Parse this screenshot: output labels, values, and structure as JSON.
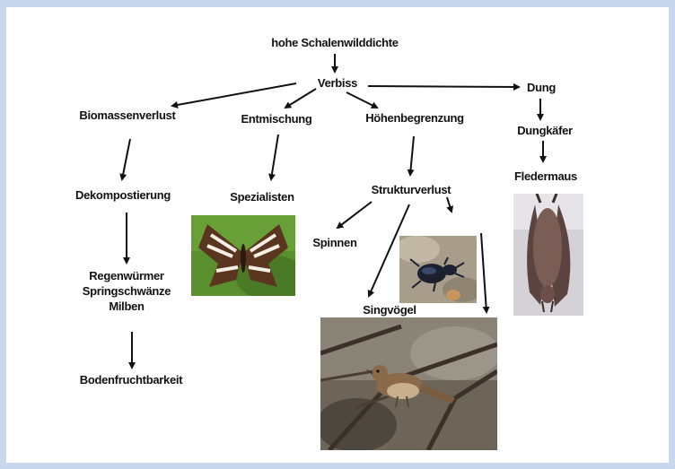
{
  "diagram": {
    "nodes": {
      "top": "hohe Schalenwilddichte",
      "verbiss": "Verbiss",
      "dung": "Dung",
      "biomasse": "Biomassenverlust",
      "entmischung": "Entmischung",
      "hoehen": "Höhenbegrenzung",
      "dungkaefer": "Dungkäfer",
      "dekomp": "Dekompostierung",
      "spezialisten": "Spezialisten",
      "struktur": "Strukturverlust",
      "fledermaus": "Fledermaus",
      "spinnen": "Spinnen",
      "bodenorg": [
        "Regenwürmer",
        "Springschwänze",
        "Milben"
      ],
      "singvoegel": "Singvögel",
      "boden": "Bodenfruchtbarkeit"
    },
    "colors": {
      "background": "#c9d7ee",
      "canvas": "#ffffff",
      "arrow": "#111111"
    },
    "photos": [
      "butterfly-photo",
      "beetle-photo",
      "bat-photo",
      "songbird-photo"
    ]
  }
}
